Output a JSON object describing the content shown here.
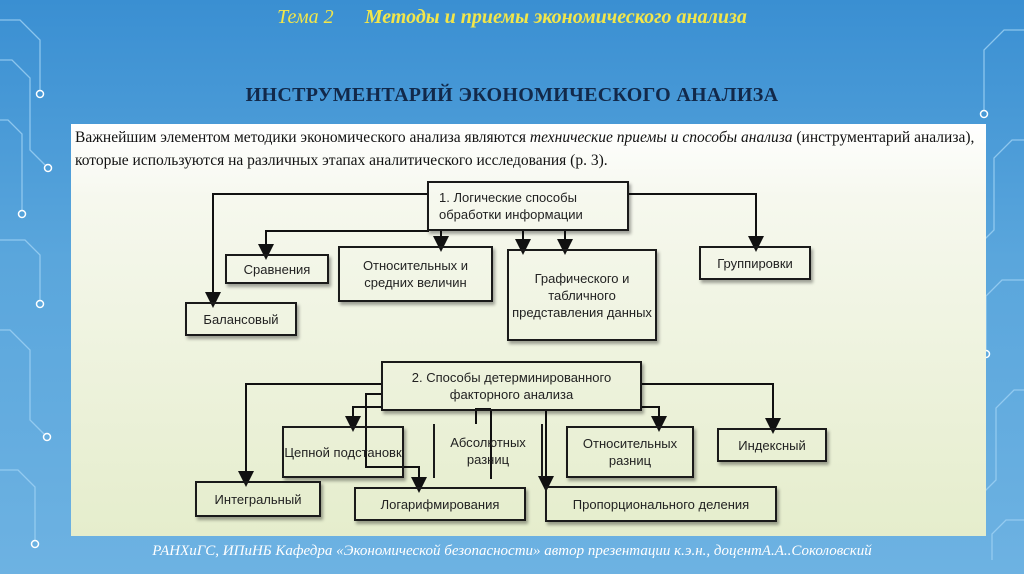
{
  "header": {
    "topic_number": "Тема 2",
    "topic_title": "Методы и приемы экономического анализа"
  },
  "slide_title": "ИНСТРУМЕНТАРИЙ ЭКОНОМИЧЕСКОГО АНАЛИЗА",
  "intro": {
    "part1": "Важнейшим элементом методики экономического анализа являются ",
    "emphasis": "технические приемы и способы анализа",
    "part2": " (инструментарий анализа), которые используются на различных этапах аналитического исследования (р. 3)."
  },
  "diagram": {
    "group1": {
      "label": "1. Логические способы обработки информации",
      "children": [
        "Сравнения",
        "Относительных и средних величин",
        "Графического и табличного представления данных",
        "Группировки",
        "Балансовый"
      ]
    },
    "group2": {
      "label": "2. Способы детерминированного факторного анализа",
      "children": [
        "Цепной подстановк",
        "Абсолютных разниц",
        "Относительных разниц",
        "Индексный",
        "Интегральный",
        "Логарифмирования",
        "Пропорционального деления"
      ]
    }
  },
  "footer": "РАНХиГС, ИПиНБ Кафедра «Экономической безопасности» автор презентации к.э.н., доцентА.А..Соколовский",
  "colors": {
    "background": "#4a9bd8",
    "topic": "#f2e64a",
    "title": "#12294a",
    "panel": "#eef2dc",
    "footer": "#ffffff"
  }
}
